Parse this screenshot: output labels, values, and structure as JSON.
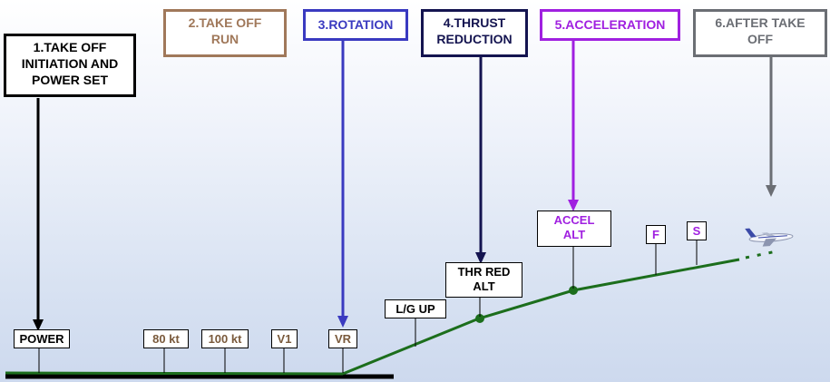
{
  "phases": [
    {
      "lines": [
        "1.TAKE OFF",
        "INITIATION AND",
        "POWER SET"
      ],
      "color": "#000000"
    },
    {
      "lines": [
        "2.TAKE OFF",
        "RUN"
      ],
      "color": "#a0785a"
    },
    {
      "lines": [
        "3.ROTATION"
      ],
      "color": "#3a3ac0"
    },
    {
      "lines": [
        "4.THRUST",
        "REDUCTION"
      ],
      "color": "#141450"
    },
    {
      "lines": [
        "5.ACCELERATION"
      ],
      "color": "#a020e0"
    },
    {
      "lines": [
        "6.AFTER TAKE",
        "OFF"
      ],
      "color": "#6b6e74"
    }
  ],
  "markers": {
    "power": "POWER",
    "kt80": "80 kt",
    "kt100": "100 kt",
    "v1": "V1",
    "vr": "VR",
    "lg_up": "L/G UP",
    "thr_red_alt": [
      "THR RED",
      "ALT"
    ],
    "accel_alt": [
      "ACCEL",
      "ALT"
    ],
    "f": "F",
    "s": "S"
  },
  "colors": {
    "flight_path": "#1c6e1c",
    "runway": "#000000",
    "speed_labels": "#7a5a3c",
    "config_labels": "#a020e0"
  }
}
